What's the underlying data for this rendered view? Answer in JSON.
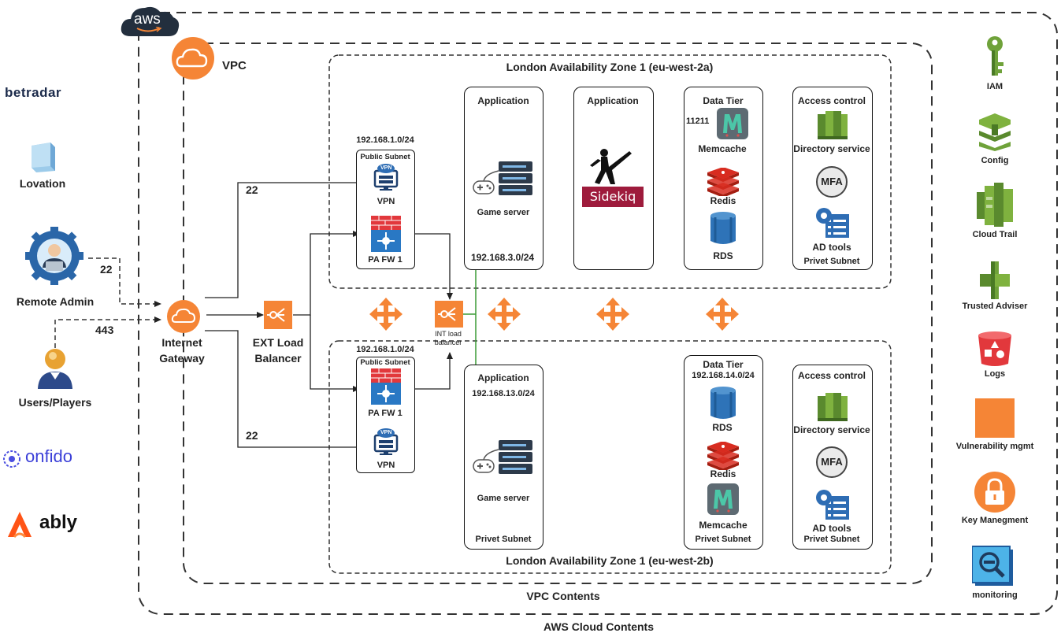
{
  "cloud": {
    "aws_logo": "aws",
    "vpc_label": "VPC",
    "vpc_contents": "VPC Contents",
    "aws_cloud_contents": "AWS Cloud Contents"
  },
  "external": {
    "betradar": "betradar",
    "lovation": "Lovation",
    "remote_admin": "Remote Admin",
    "users_players": "Users/Players",
    "onfido": "onfido",
    "ably": "ably",
    "port_admin": "22",
    "port_users": "443"
  },
  "gateway": {
    "internet_gateway": [
      "Internet",
      "Gateway"
    ],
    "ext_lb": [
      "EXT Load",
      "Balancer"
    ],
    "int_lb": [
      "INT load",
      "balancer"
    ],
    "port_top": "22",
    "port_bottom": "22"
  },
  "zone_a": {
    "title": "London Availability Zone 1 (eu-west-2a)",
    "subnet_cidr": "192.168.1.0/24",
    "public_subnet": "Public Subnet",
    "vpn_label": "VPN",
    "vpn_badge": "VPN",
    "fw_label": "PA FW 1",
    "app1_title": "Application",
    "game_server": "Game server",
    "app1_cidr": "192.168.3.0/24",
    "app2_title": "Application",
    "sidekiq": "Sidekiq",
    "data_tier": "Data Tier",
    "memcache_port": "11211",
    "memcache": "Memcache",
    "redis": "Redis",
    "rds": "RDS",
    "access_control": "Access control",
    "directory_service": "Directory service",
    "mfa": "MFA",
    "ad_tools": "AD tools",
    "privet_subnet": "Privet Subnet"
  },
  "zone_b": {
    "title": "London Availability Zone 1 (eu-west-2b)",
    "subnet_cidr": "192.168.1.0/24",
    "public_subnet": "Public Subnet",
    "fw_label": "PA FW 1",
    "vpn_label": "VPN",
    "vpn_badge": "VPN",
    "app_title": "Application",
    "app_cidr": "192.168.13.0/24",
    "game_server": "Game server",
    "app_privet": "Privet Subnet",
    "data_tier": "Data Tier",
    "data_cidr": "192.168.14.0/24",
    "rds": "RDS",
    "redis": "Redis",
    "memcache": "Memcache",
    "data_privet": "Privet Subnet",
    "access_control": "Access control",
    "directory_service": "Directory service",
    "mfa": "MFA",
    "ad_tools": "AD tools",
    "ac_privet": "Privet Subnet"
  },
  "services": {
    "iam": "IAM",
    "config": "Config",
    "cloud_trail": "Cloud Trail",
    "trusted_adviser": "Trusted Adviser",
    "logs": "Logs",
    "vuln": "Vulnerability mgmt",
    "key_mgmt": "Key Manegment",
    "monitoring": "monitoring"
  },
  "colors": {
    "orange": "#F58536",
    "green": "#6FA23A",
    "dark_green": "#4A7A25",
    "red": "#D6282B",
    "blue": "#2E6DB4",
    "navy": "#2D3A4A",
    "arrow_green": "#3A9B35"
  }
}
